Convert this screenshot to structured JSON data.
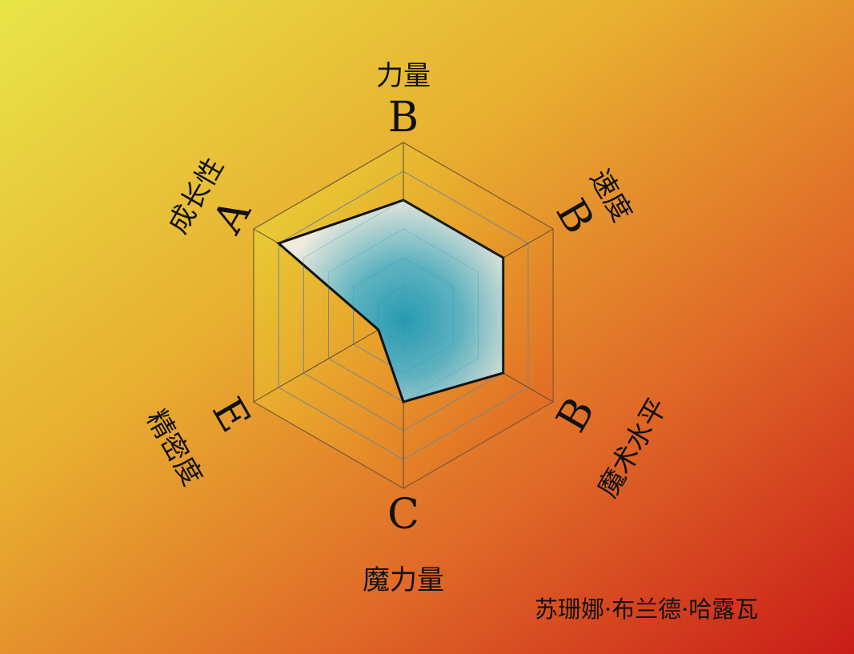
{
  "chart_data": {
    "type": "radar",
    "title": "",
    "scale": [
      "E",
      "D",
      "C",
      "B",
      "A",
      "S"
    ],
    "max": 6,
    "axes": [
      {
        "name": "力量",
        "grade": "B",
        "value": 4
      },
      {
        "name": "速度",
        "grade": "B",
        "value": 4
      },
      {
        "name": "魔术水平",
        "grade": "B",
        "value": 4
      },
      {
        "name": "魔力量",
        "grade": "C",
        "value": 3
      },
      {
        "name": "精密度",
        "grade": "E",
        "value": 1
      },
      {
        "name": "成长性",
        "grade": "A",
        "value": 5
      }
    ],
    "grid_levels": 6,
    "background_gradient": [
      "#e8e548",
      "#e89a30",
      "#e06a28",
      "#cc2018"
    ],
    "fill_colors": [
      "#1e9ab8",
      "#f2ede6"
    ],
    "line_color": "#111111"
  },
  "character": {
    "name": "苏珊娜·布兰德·哈露瓦"
  }
}
